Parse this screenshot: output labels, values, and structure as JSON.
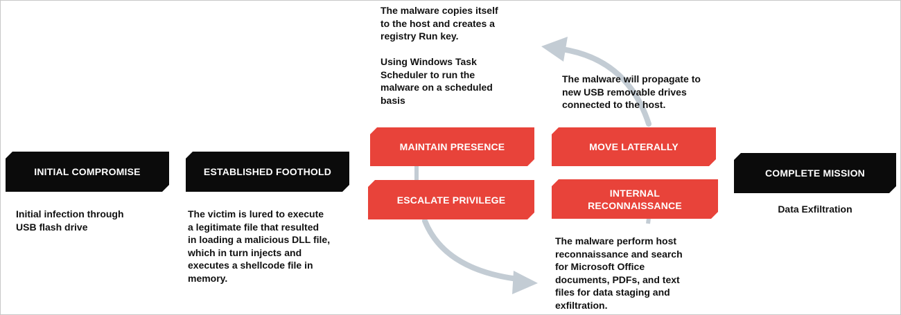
{
  "stages": {
    "initial_compromise": {
      "label": "INITIAL COMPROMISE",
      "description": "Initial infection through\nUSB flash drive"
    },
    "established_foothold": {
      "label": "ESTABLISHED FOOTHOLD",
      "description": "The victim is lured to execute\na legitimate file that resulted\nin loading a malicious DLL file,\nwhich in turn injects and\nexecutes a shellcode file in\nmemory."
    },
    "maintain_presence": {
      "label": "MAINTAIN PRESENCE",
      "description": "The malware copies itself\nto the host and creates a\nregistry Run key.\n\nUsing Windows Task\nScheduler to run the\nmalware on a scheduled\nbasis"
    },
    "escalate_privilege": {
      "label": "ESCALATE PRIVILEGE"
    },
    "move_laterally": {
      "label": "MOVE LATERALLY",
      "description": "The malware will propagate to\nnew USB removable drives\nconnected to the host."
    },
    "internal_reconnaissance": {
      "label": "INTERNAL\nRECONNAISSANCE",
      "description": "The malware perform host\nreconnaissance and search\nfor Microsoft Office\ndocuments, PDFs, and text\nfiles for data staging and\nexfiltration."
    },
    "complete_mission": {
      "label": "COMPLETE MISSION",
      "description": "Data Exfiltration"
    }
  },
  "colors": {
    "black_box": "#0b0b0b",
    "red_box": "#e8433a",
    "arrow": "#c3ccd4"
  }
}
